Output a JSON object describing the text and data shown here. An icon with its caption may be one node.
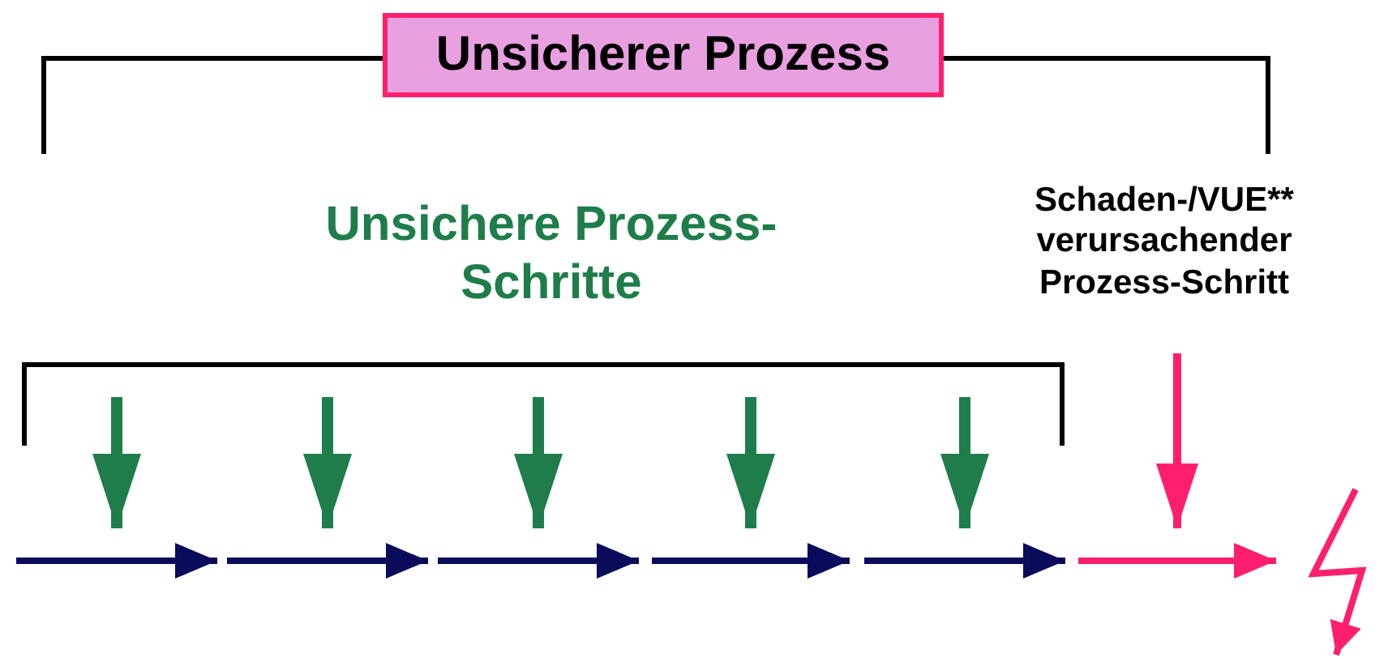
{
  "diagram": {
    "nodes": [
      {
        "text": [
          "Unsicherer Prozess"
        ]
      },
      {
        "text": [
          "Unsichere Prozess-Schritte"
        ]
      },
      {
        "text": [
          "Schaden-/VUE** verursachender Prozess-Schritt"
        ]
      },
      {
        "text": [],
        "shape": "arrow"
      },
      {
        "text": [],
        "shape": "arrow"
      },
      {
        "text": [],
        "shape": "arrow"
      },
      {
        "text": [],
        "shape": "arrow"
      },
      {
        "text": [],
        "shape": "arrow"
      },
      {
        "text": [],
        "shape": "arrow"
      },
      {
        "text": [],
        "shape": "lightning"
      }
    ],
    "edges": [
      {
        "from": null,
        "to": 3,
        "arrow": "to"
      },
      {
        "from": null,
        "to": 4,
        "arrow": "to"
      },
      {
        "from": null,
        "to": 5,
        "arrow": "to"
      },
      {
        "from": null,
        "to": 6,
        "arrow": "to"
      },
      {
        "from": null,
        "to": 7,
        "arrow": "to"
      },
      {
        "from": 2,
        "to": 8,
        "arrow": "to",
        "color": "#ff1f6e"
      }
    ]
  }
}
